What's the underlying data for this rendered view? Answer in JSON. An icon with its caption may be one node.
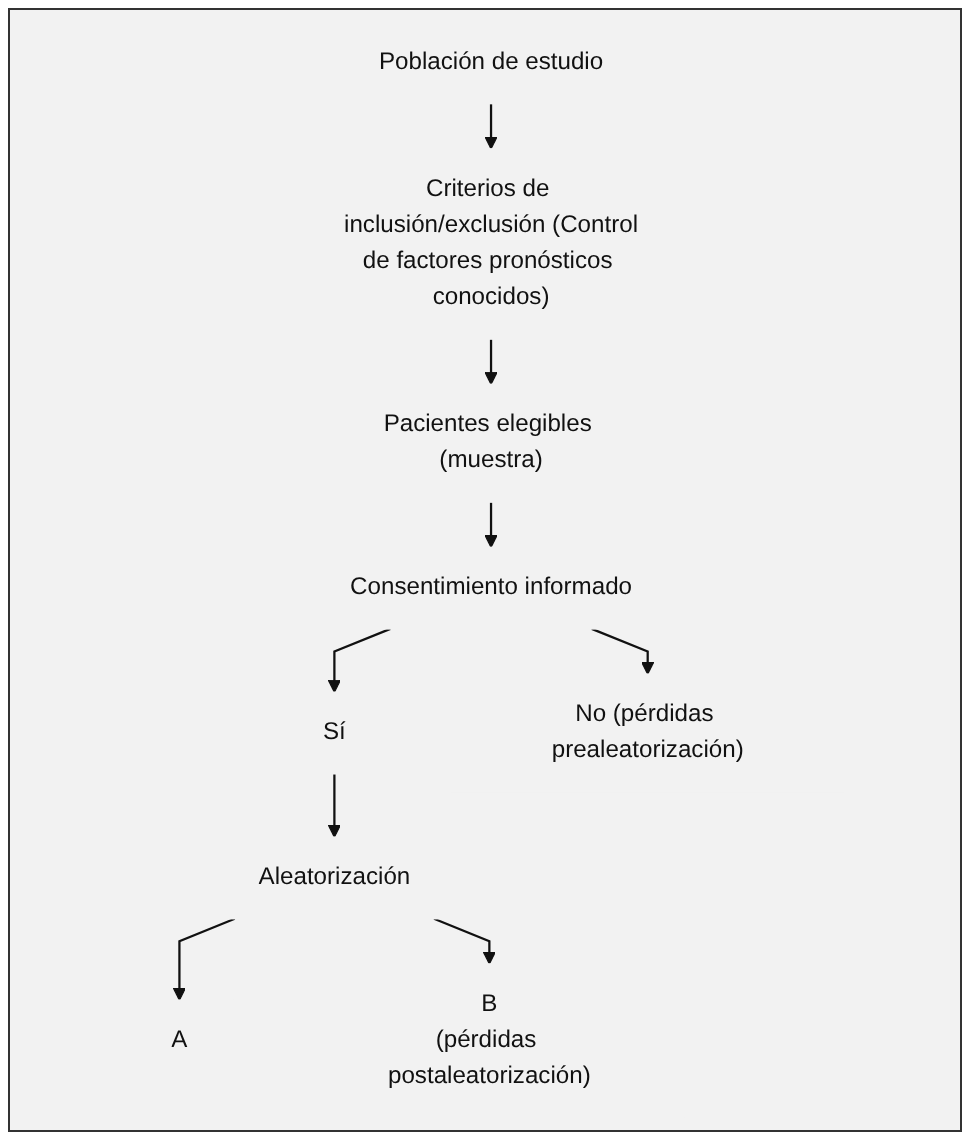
{
  "diagram": {
    "nodes": [
      {
        "text": [
          "Población de estudio"
        ]
      },
      {
        "text": [
          "Criterios de inclusión/exclusión (Control de factores pronósticos conocidos)"
        ]
      },
      {
        "text": [
          "Pacientes elegibles (muestra)"
        ]
      },
      {
        "text": [
          "Consentimiento informado"
        ]
      },
      {
        "text": [
          "Sí"
        ]
      },
      {
        "text": [
          "No (pérdidas prealeatorización)"
        ]
      },
      {
        "text": [
          "Aleatorización"
        ]
      },
      {
        "text": [
          "A"
        ]
      },
      {
        "text": [
          "B",
          "(pérdidas postaleatorización)"
        ]
      }
    ],
    "edges": [
      {
        "from": 0,
        "to": 1,
        "arrow": "to"
      },
      {
        "from": 1,
        "to": 2,
        "arrow": "to"
      },
      {
        "from": 2,
        "to": 3,
        "arrow": "to"
      },
      {
        "from": 3,
        "to": 4,
        "arrow": "to"
      },
      {
        "from": 3,
        "to": 5,
        "arrow": "to"
      },
      {
        "from": 4,
        "to": 6,
        "arrow": "to"
      },
      {
        "from": 6,
        "to": 7,
        "arrow": "to"
      },
      {
        "from": 6,
        "to": 8,
        "arrow": "to"
      }
    ]
  }
}
